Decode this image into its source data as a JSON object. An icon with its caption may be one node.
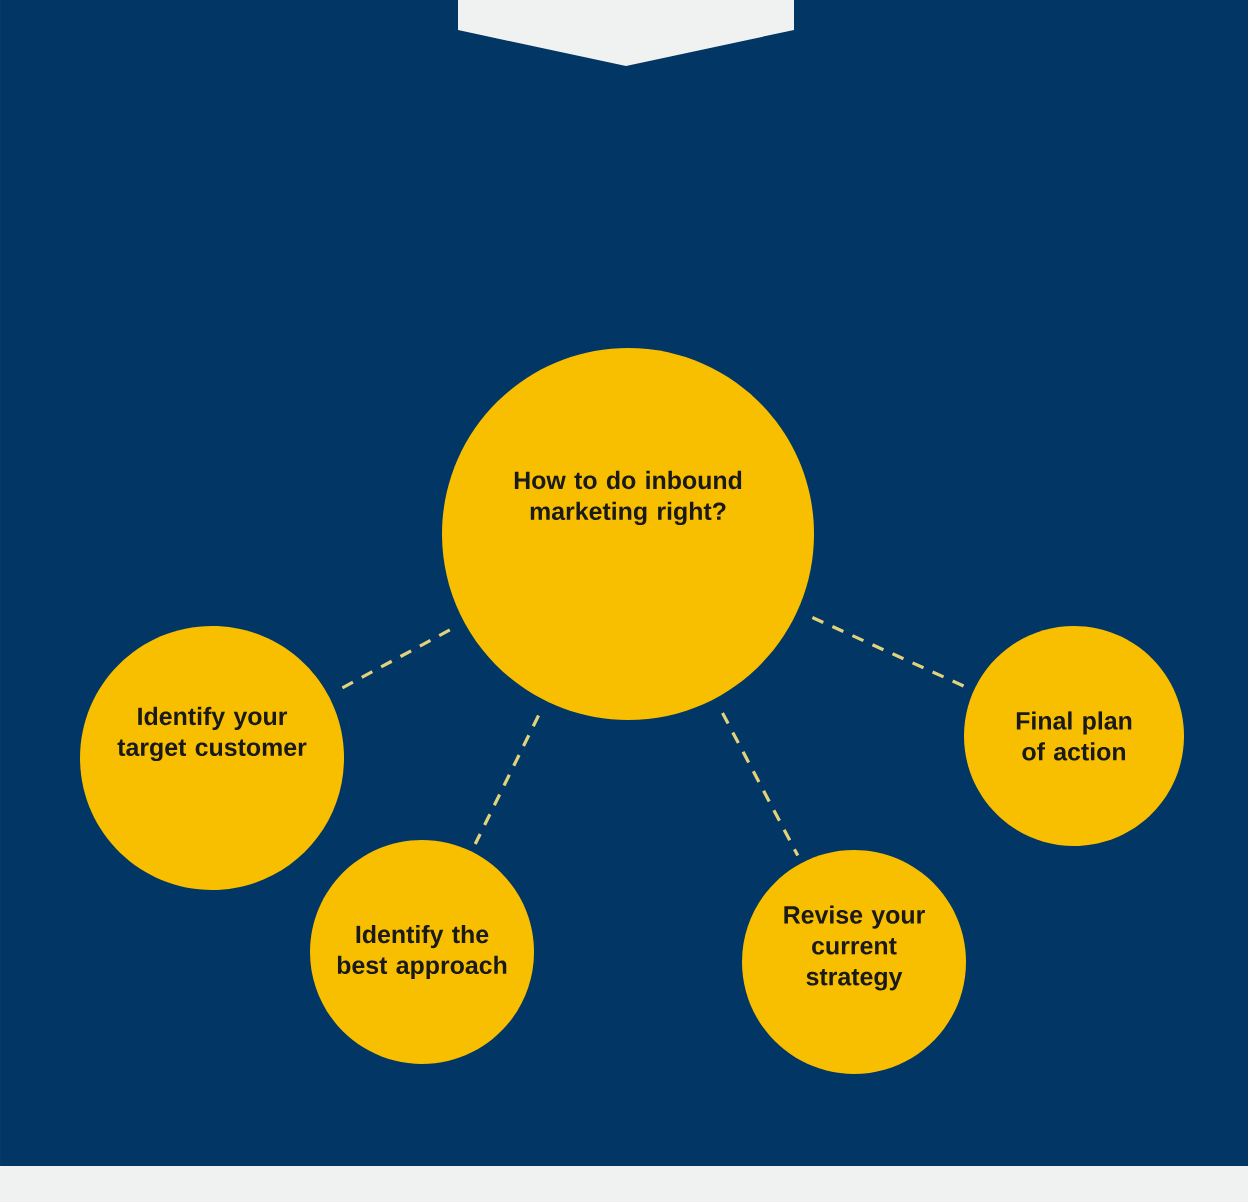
{
  "diagram": {
    "nodes": [
      {
        "text": [
          "How to do inbound marketing right?"
        ]
      },
      {
        "text": [
          "Identify your target customer"
        ]
      },
      {
        "text": [
          "Identify the best approach"
        ]
      },
      {
        "text": [
          "Revise your current strategy"
        ]
      },
      {
        "text": [
          "Final plan of action"
        ]
      }
    ],
    "edges": [
      {
        "from": 0,
        "to": 1,
        "arrow": "none",
        "style": "dashed"
      },
      {
        "from": 0,
        "to": 2,
        "arrow": "none",
        "style": "dashed"
      },
      {
        "from": 0,
        "to": 3,
        "arrow": "none",
        "style": "dashed"
      },
      {
        "from": 0,
        "to": 4,
        "arrow": "none",
        "style": "dashed"
      }
    ]
  }
}
